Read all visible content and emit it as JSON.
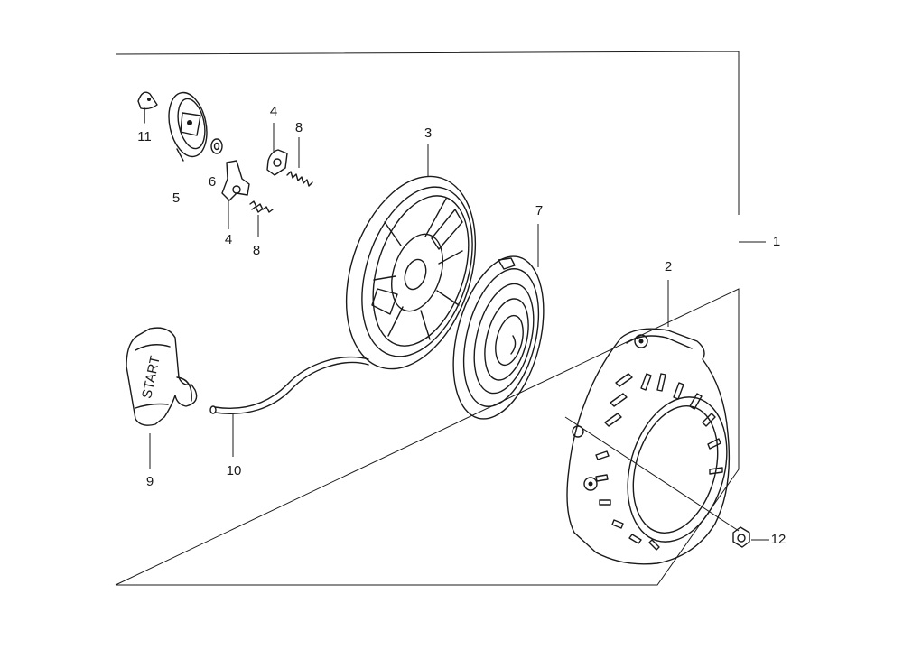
{
  "labels": {
    "p1": "1",
    "p2": "2",
    "p3": "3",
    "p4a": "4",
    "p4b": "4",
    "p5": "5",
    "p6": "6",
    "p7": "7",
    "p8a": "8",
    "p8b": "8",
    "p9": "9",
    "p10": "10",
    "p11": "11",
    "p12": "12"
  },
  "handle_text": "START"
}
